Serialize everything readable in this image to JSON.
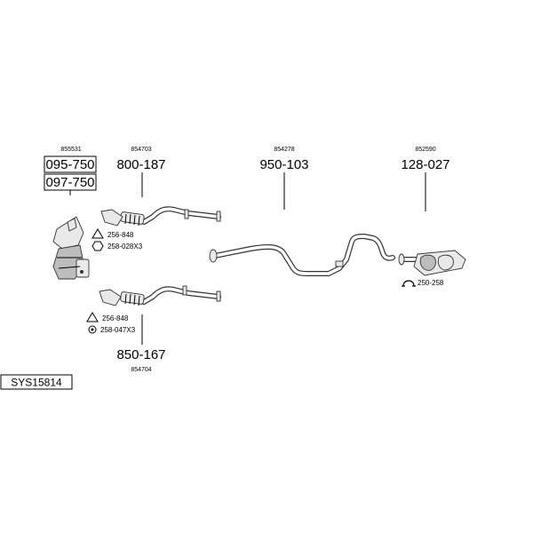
{
  "diagram_code": "SYS15814",
  "parts": {
    "cat_ref": "855531",
    "cat_number_1": "095-750",
    "cat_number_2": "097-750",
    "front_pipe_a_ref": "854703",
    "front_pipe_a_number": "800-187",
    "front_pipe_b_ref": "854704",
    "front_pipe_b_number": "850-167",
    "middle_pipe_ref": "854278",
    "middle_pipe_number": "950-103",
    "rear_silencer_ref": "852590",
    "rear_silencer_number": "128-027"
  },
  "accessories": {
    "gasket_a": "256-848",
    "bolt_a": "258-028X3",
    "gasket_b": "256-848",
    "bolt_b": "258-047X3",
    "clamp": "250-258"
  }
}
